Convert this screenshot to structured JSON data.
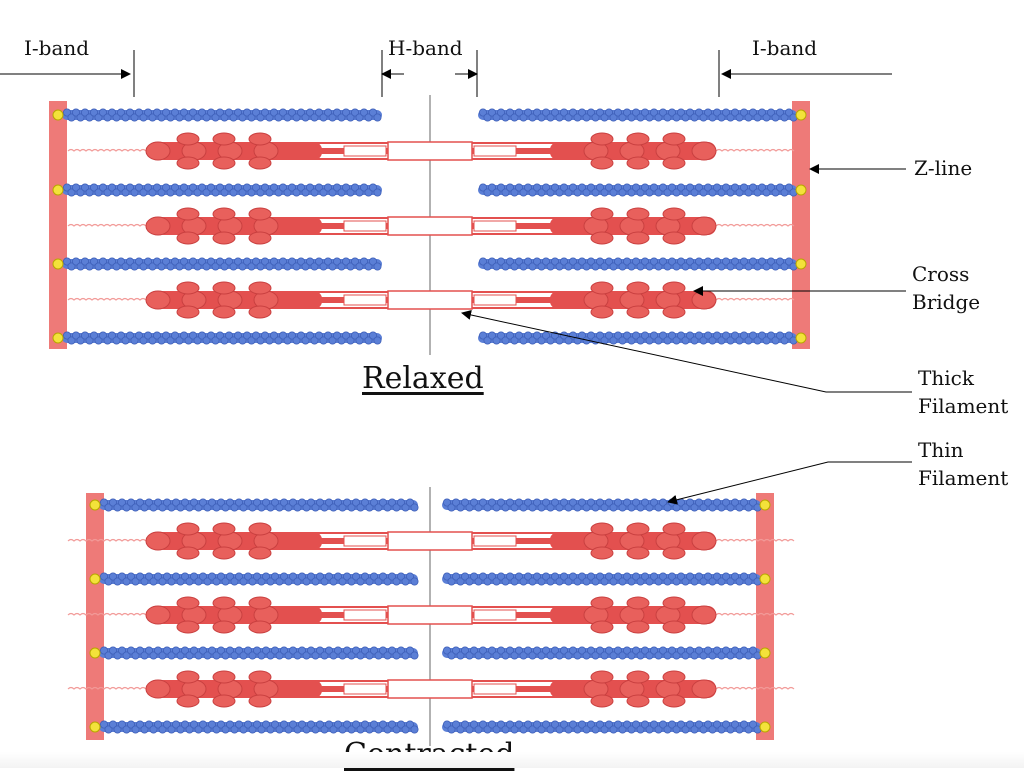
{
  "diagram": {
    "states": [
      {
        "name": "relaxed",
        "caption": "Relaxed"
      },
      {
        "name": "contracted",
        "caption": "Contracted"
      }
    ],
    "band_labels": {
      "i_band_left": "I-band",
      "h_band": "H-band",
      "i_band_right": "I-band"
    },
    "callouts": {
      "z_line": "Z-line",
      "cross_bridge": "Cross\nBridge",
      "thick_filament": "Thick\nFilament",
      "thin_filament": "Thin\nFilament"
    },
    "colors": {
      "thin_filament": "#5b7fd6",
      "thin_filament_dark": "#3e5fb8",
      "thick_filament": "#e3504f",
      "thick_filament_light": "#f29a98",
      "myosin_head": "#e8605c",
      "z_line": "#ee7a78",
      "z_anchor": "#f3e23a",
      "m_line": "#666666",
      "arrow": "#000000"
    }
  }
}
